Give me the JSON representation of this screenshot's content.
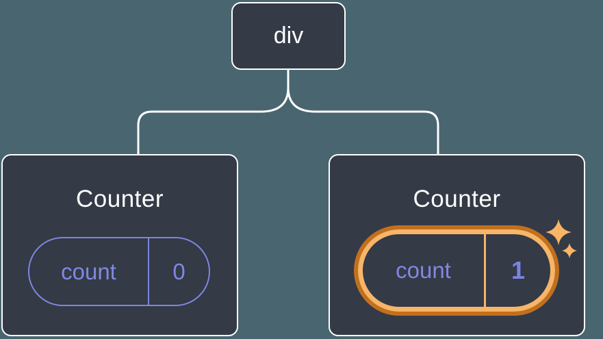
{
  "canvas": {
    "background_color": "#496670",
    "description": "component tree diagram"
  },
  "root_node": {
    "label": "div"
  },
  "counters": [
    {
      "title": "Counter",
      "state_key": "count",
      "state_value": "0",
      "highlighted": false
    },
    {
      "title": "Counter",
      "state_key": "count",
      "state_value": "1",
      "highlighted": true
    }
  ],
  "icons": {
    "highlight_decoration": "sparkles-icon"
  },
  "colors": {
    "card_background": "#343a46",
    "card_border": "#ffffff",
    "connector_line": "#ffffff",
    "state_text": "#8088e2",
    "state_pill_border": "#7d86e0",
    "state_value_bold": "#7b84e3",
    "highlight_ring_outer": "#c1701e",
    "highlight_ring_inner": "#f8b568",
    "sparkle": "#f8b568"
  }
}
